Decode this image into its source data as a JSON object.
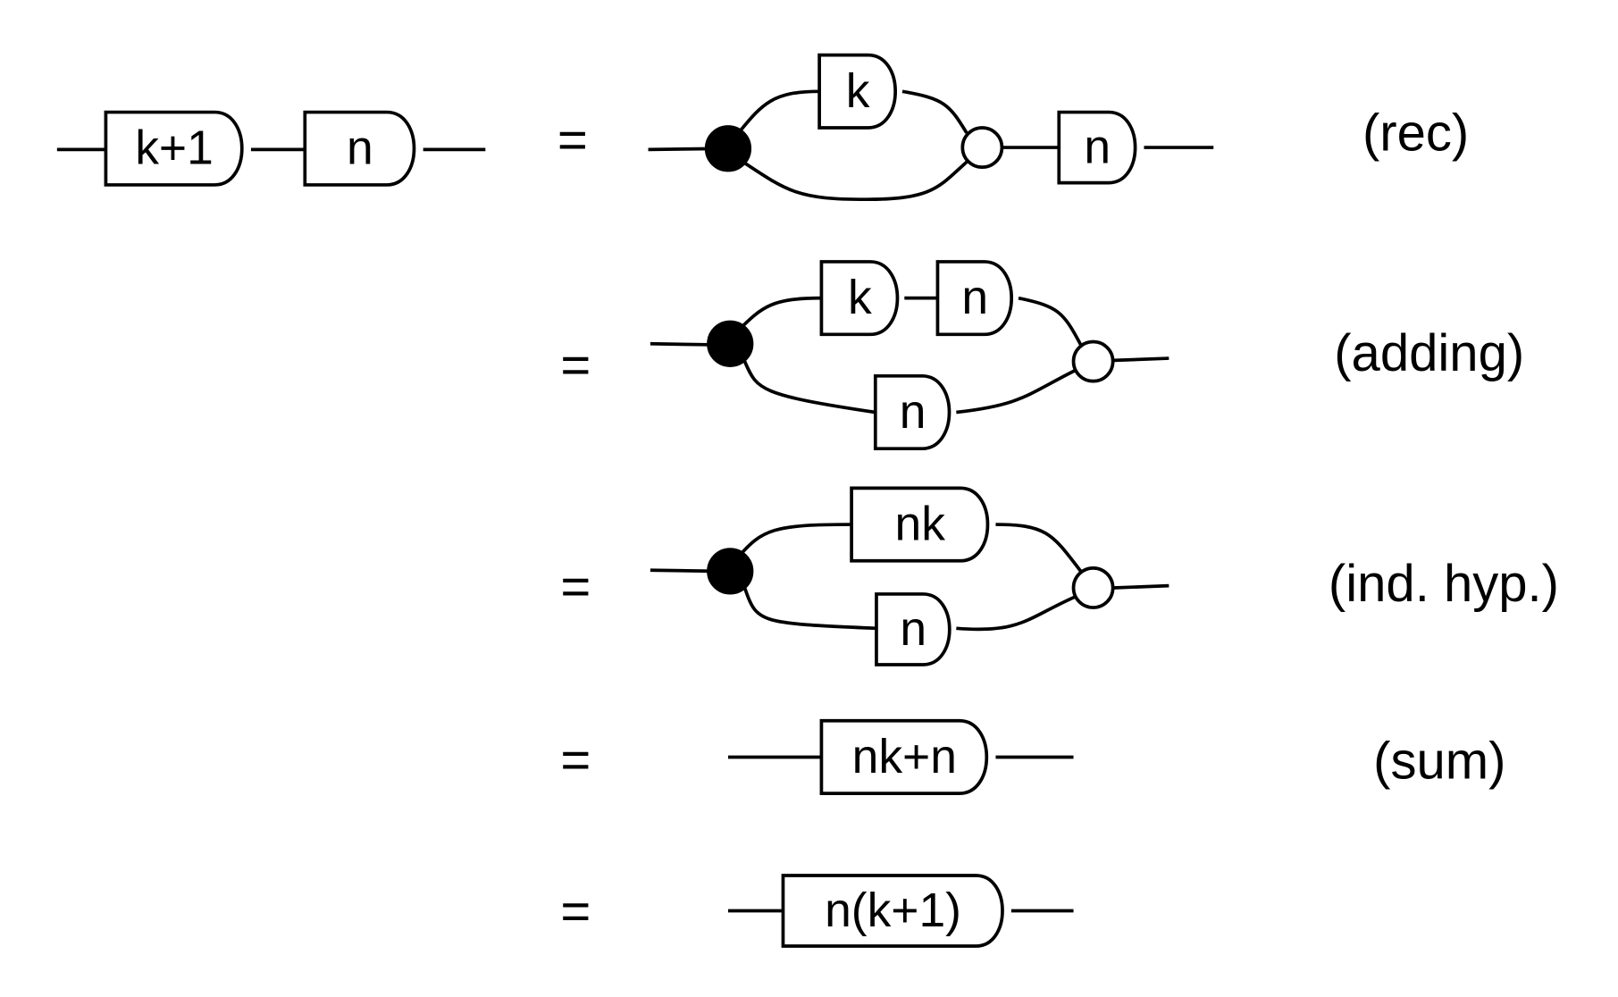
{
  "lhs": {
    "boxes": [
      "k+1",
      "n"
    ]
  },
  "equals": "=",
  "steps": [
    {
      "boxes": [
        "k",
        "n"
      ],
      "rule": "(rec)"
    },
    {
      "boxes": [
        "k",
        "n",
        "n"
      ],
      "rule": "(adding)"
    },
    {
      "boxes": [
        "nk",
        "n"
      ],
      "rule": "(ind. hyp.)"
    },
    {
      "boxes": [
        "nk+n"
      ],
      "rule": "(sum)"
    },
    {
      "boxes": [
        "n(k+1)"
      ],
      "rule": ""
    }
  ],
  "colors": {
    "ink": "#000000",
    "background": "#ffffff",
    "copy_node": "#000000",
    "add_node": "#ffffff"
  }
}
